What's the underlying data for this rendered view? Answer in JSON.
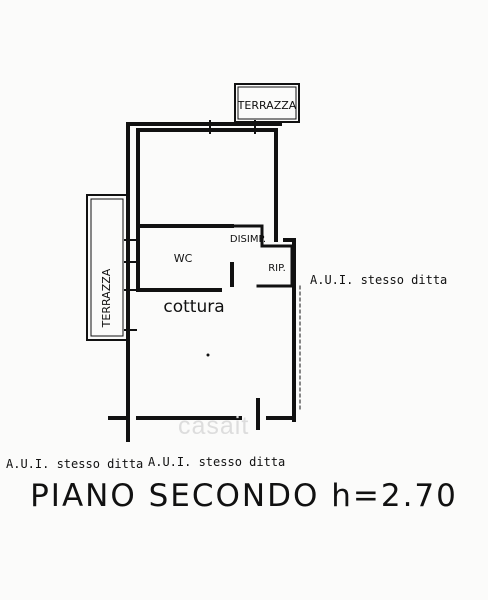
{
  "plan": {
    "title": "PIANO SECONDO h=2.70",
    "rooms": {
      "terrazza_top": "TERRAZZA",
      "terrazza_left": "TERRAZZA",
      "wc": "WC",
      "disimp": "DISIMP.",
      "rip": "RIP.",
      "cottura": "cottura"
    },
    "notes": {
      "right": "A.U.I. stesso ditta",
      "bottom_left": "A.U.I. stesso ditta",
      "bottom_center": "A.U.I. stesso ditta"
    },
    "watermark": "casait"
  }
}
